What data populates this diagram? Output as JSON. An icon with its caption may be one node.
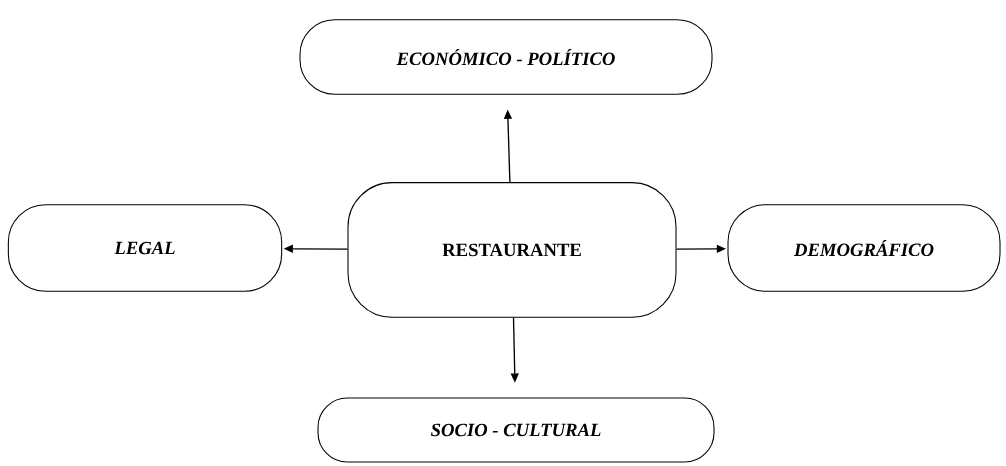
{
  "diagram": {
    "nodes": [
      {
        "text": [
          "RESTAURANTE"
        ]
      },
      {
        "text": [
          "ECONÓMICO - POLÍTICO"
        ]
      },
      {
        "text": [
          "LEGAL"
        ]
      },
      {
        "text": [
          "DEMOGRÁFICO"
        ]
      },
      {
        "text": [
          "SOCIO - CULTURAL"
        ]
      }
    ],
    "edges": [
      {
        "from": 0,
        "to": 1,
        "arrow": "to"
      },
      {
        "from": 0,
        "to": 2,
        "arrow": "to"
      },
      {
        "from": 0,
        "to": 3,
        "arrow": "to"
      },
      {
        "from": 0,
        "to": 4,
        "arrow": "to"
      }
    ]
  }
}
